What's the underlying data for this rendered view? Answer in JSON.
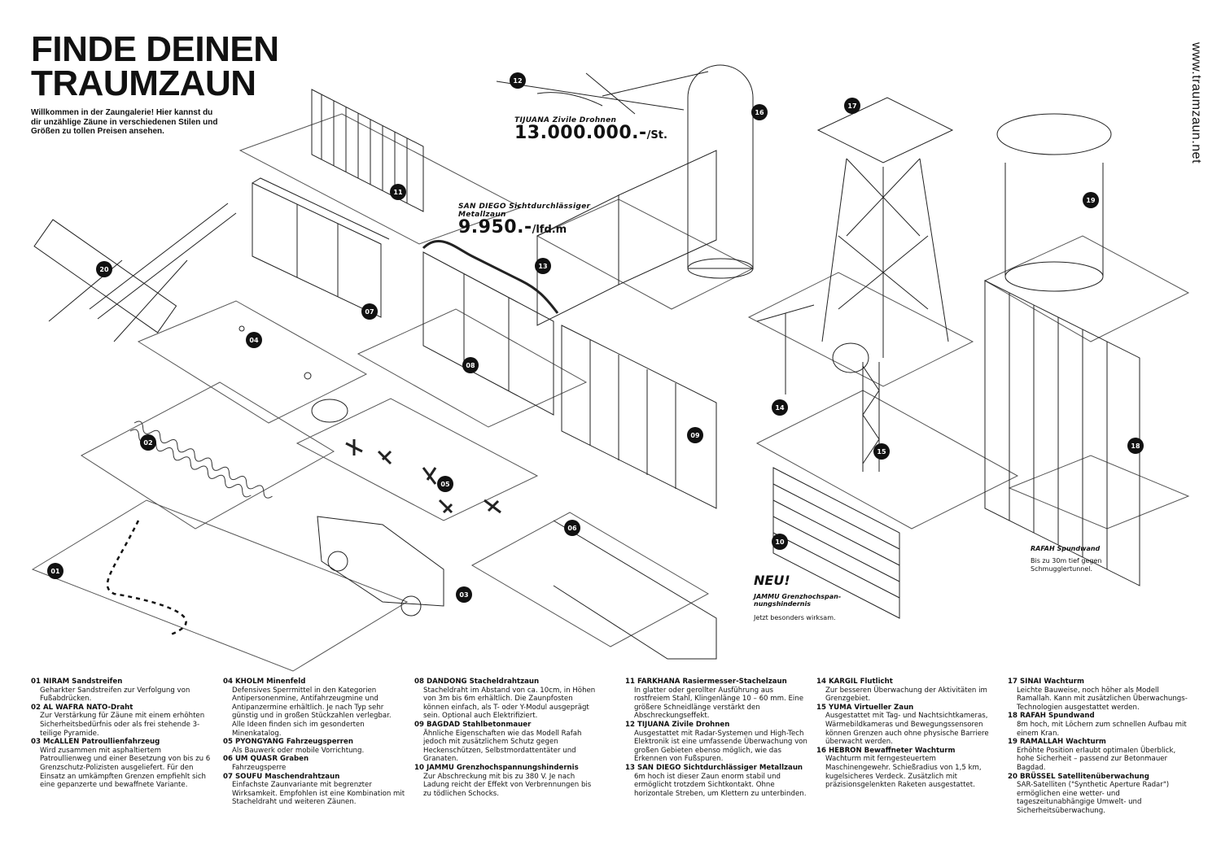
{
  "page": {
    "title_line1": "FINDE DEINEN",
    "title_line2": "TRAUMZAUN",
    "intro": "Willkommen in der Zaungalerie! Hier kannst du dir unzählige Zäune in verschiedenen Stilen und Größen zu tollen Preisen ansehen.",
    "url": "www.traumzaun.net"
  },
  "callouts": {
    "tijuana_label": "TIJUANA Zivile Drohnen",
    "tijuana_price": "13.000.000.-",
    "tijuana_unit": "/St.",
    "sandiego_label1": "SAN DIEGO Sichtdurchlässiger",
    "sandiego_label2": "Metallzaun",
    "sandiego_price": "9.950.-",
    "sandiego_unit": "/lfd.m",
    "neu": "NEU!",
    "jammu_label1": "JAMMU Grenzhochspan-",
    "jammu_label2": "nungshindernis",
    "jammu_sub": "Jetzt besonders wirksam.",
    "rafah_label": "RAFAH Spundwand",
    "rafah_sub1": "Bis zu 30m tief gegen",
    "rafah_sub2": "Schmugglertunnel."
  },
  "badges": [
    "01",
    "02",
    "03",
    "04",
    "05",
    "06",
    "07",
    "08",
    "09",
    "10",
    "11",
    "12",
    "13",
    "14",
    "15",
    "16",
    "17",
    "18",
    "19",
    "20"
  ],
  "catalog": {
    "col1": [
      {
        "h": "01 NIRAM Sandstreifen",
        "d": "Geharkter Sandstreifen zur Verfolgung von Fußabdrücken."
      },
      {
        "h": "02 AL WAFRA NATO-Draht",
        "d": "Zur Verstärkung für Zäune mit einem erhöhten Sicherheitsbedürfnis oder als frei stehende 3-teilige Pyramide."
      },
      {
        "h": "03 McALLEN Patroullienfahrzeug",
        "d": "Wird zusammen mit asphaltiertem Patroullienweg und einer Besetzung von bis zu 6 Grenzschutz-Polizisten ausgeliefert. Für den Einsatz an umkämpften Grenzen empfiehlt sich eine gepanzerte und bewaffnete Variante."
      }
    ],
    "col2": [
      {
        "h": "04 KHOLM Minenfeld",
        "d": "Defensives Sperrmittel in den Kategorien Antipersonenmine, Antifahrzeugmine und Antipanzermine erhältlich. Je nach Typ sehr günstig und in großen Stückzahlen verlegbar. Alle Ideen finden sich im gesonderten Minenkatalog."
      },
      {
        "h": "05 PYONGYANG Fahrzeugsperren",
        "d": "Als Bauwerk oder mobile Vorrichtung."
      },
      {
        "h": "06 UM QUASR Graben",
        "d": "Fahrzeugsperre"
      },
      {
        "h": "07 SOUFU Maschendrahtzaun",
        "d": "Einfachste Zaunvariante mit begrenzter Wirksamkeit. Empfohlen ist eine Kombination mit Stacheldraht und weiteren Zäunen."
      }
    ],
    "col3": [
      {
        "h": "08 DANDONG Stacheldrahtzaun",
        "d": "Stacheldraht im Abstand von ca. 10cm, in Höhen von 3m bis 6m erhältlich. Die Zaunpfosten können einfach, als T- oder Y-Modul ausgeprägt sein. Optional auch Elektrifiziert."
      },
      {
        "h": "09 BAGDAD Stahlbetonmauer",
        "d": "Ähnliche Eigenschaften wie das Modell Rafah jedoch mit zusätzlichem Schutz gegen Heckenschützen, Selbstmordattentäter und Granaten."
      },
      {
        "h": "10 JAMMU Grenzhochspannungshindernis",
        "d": "Zur Abschreckung mit bis zu 380 V. Je nach Ladung reicht der Effekt von Verbrennungen bis zu tödlichen Schocks."
      }
    ],
    "col4": [
      {
        "h": "11 FARKHANA Rasiermesser-Stachelzaun",
        "d": "In glatter oder gerollter Ausführung aus rostfreiem Stahl, Klingenlänge 10 – 60 mm. Eine größere Schneidlänge verstärkt den Abschreckungseffekt."
      },
      {
        "h": "12 TIJUANA Zivile Drohnen",
        "d": "Ausgestattet mit Radar-Systemen und High-Tech Elektronik ist eine umfassende Überwachung von großen Gebieten ebenso möglich, wie das Erkennen von Fußspuren."
      },
      {
        "h": "13 SAN DIEGO Sichtdurchlässiger Metallzaun",
        "d": "6m hoch ist dieser Zaun enorm stabil und ermöglicht trotzdem Sichtkontakt. Ohne horizontale Streben, um Klettern zu unterbinden."
      }
    ],
    "col5": [
      {
        "h": "14 KARGIL Flutlicht",
        "d": "Zur besseren Überwachung der Aktivitäten im Grenzgebiet."
      },
      {
        "h": "15 YUMA Virtueller Zaun",
        "d": "Ausgestattet mit Tag- und Nachtsichtkameras, Wärmebildkameras und Bewegungssensoren können Grenzen auch ohne physische Barriere überwacht werden."
      },
      {
        "h": "16 HEBRON Bewaffneter Wachturm",
        "d": "Wachturm mit ferngesteuertem Maschinengewehr. Schießradius von 1,5 km, kugelsicheres Verdeck. Zusätzlich mit präzisionsgelenkten Raketen ausgestattet."
      }
    ],
    "col6": [
      {
        "h": "17 SINAI Wachturm",
        "d": "Leichte Bauweise, noch höher als Modell Ramallah. Kann mit zusätzlichen Überwachungs-Technologien ausgestattet werden."
      },
      {
        "h": "18 RAFAH Spundwand",
        "d": "8m hoch, mit Löchern zum schnellen Aufbau mit einem Kran."
      },
      {
        "h": "19 RAMALLAH Wachturm",
        "d": "Erhöhte Position erlaubt optimalen Überblick, hohe Sicherheit – passend zur Betonmauer Bagdad."
      },
      {
        "h": "20 BRÜSSEL Satellitenüberwachung",
        "d": "SAR-Satelliten (\"Synthetic Aperture Radar\") ermöglichen eine wetter- und tageszeitunabhängige Umwelt- und Sicherheitsüberwachung."
      }
    ]
  }
}
